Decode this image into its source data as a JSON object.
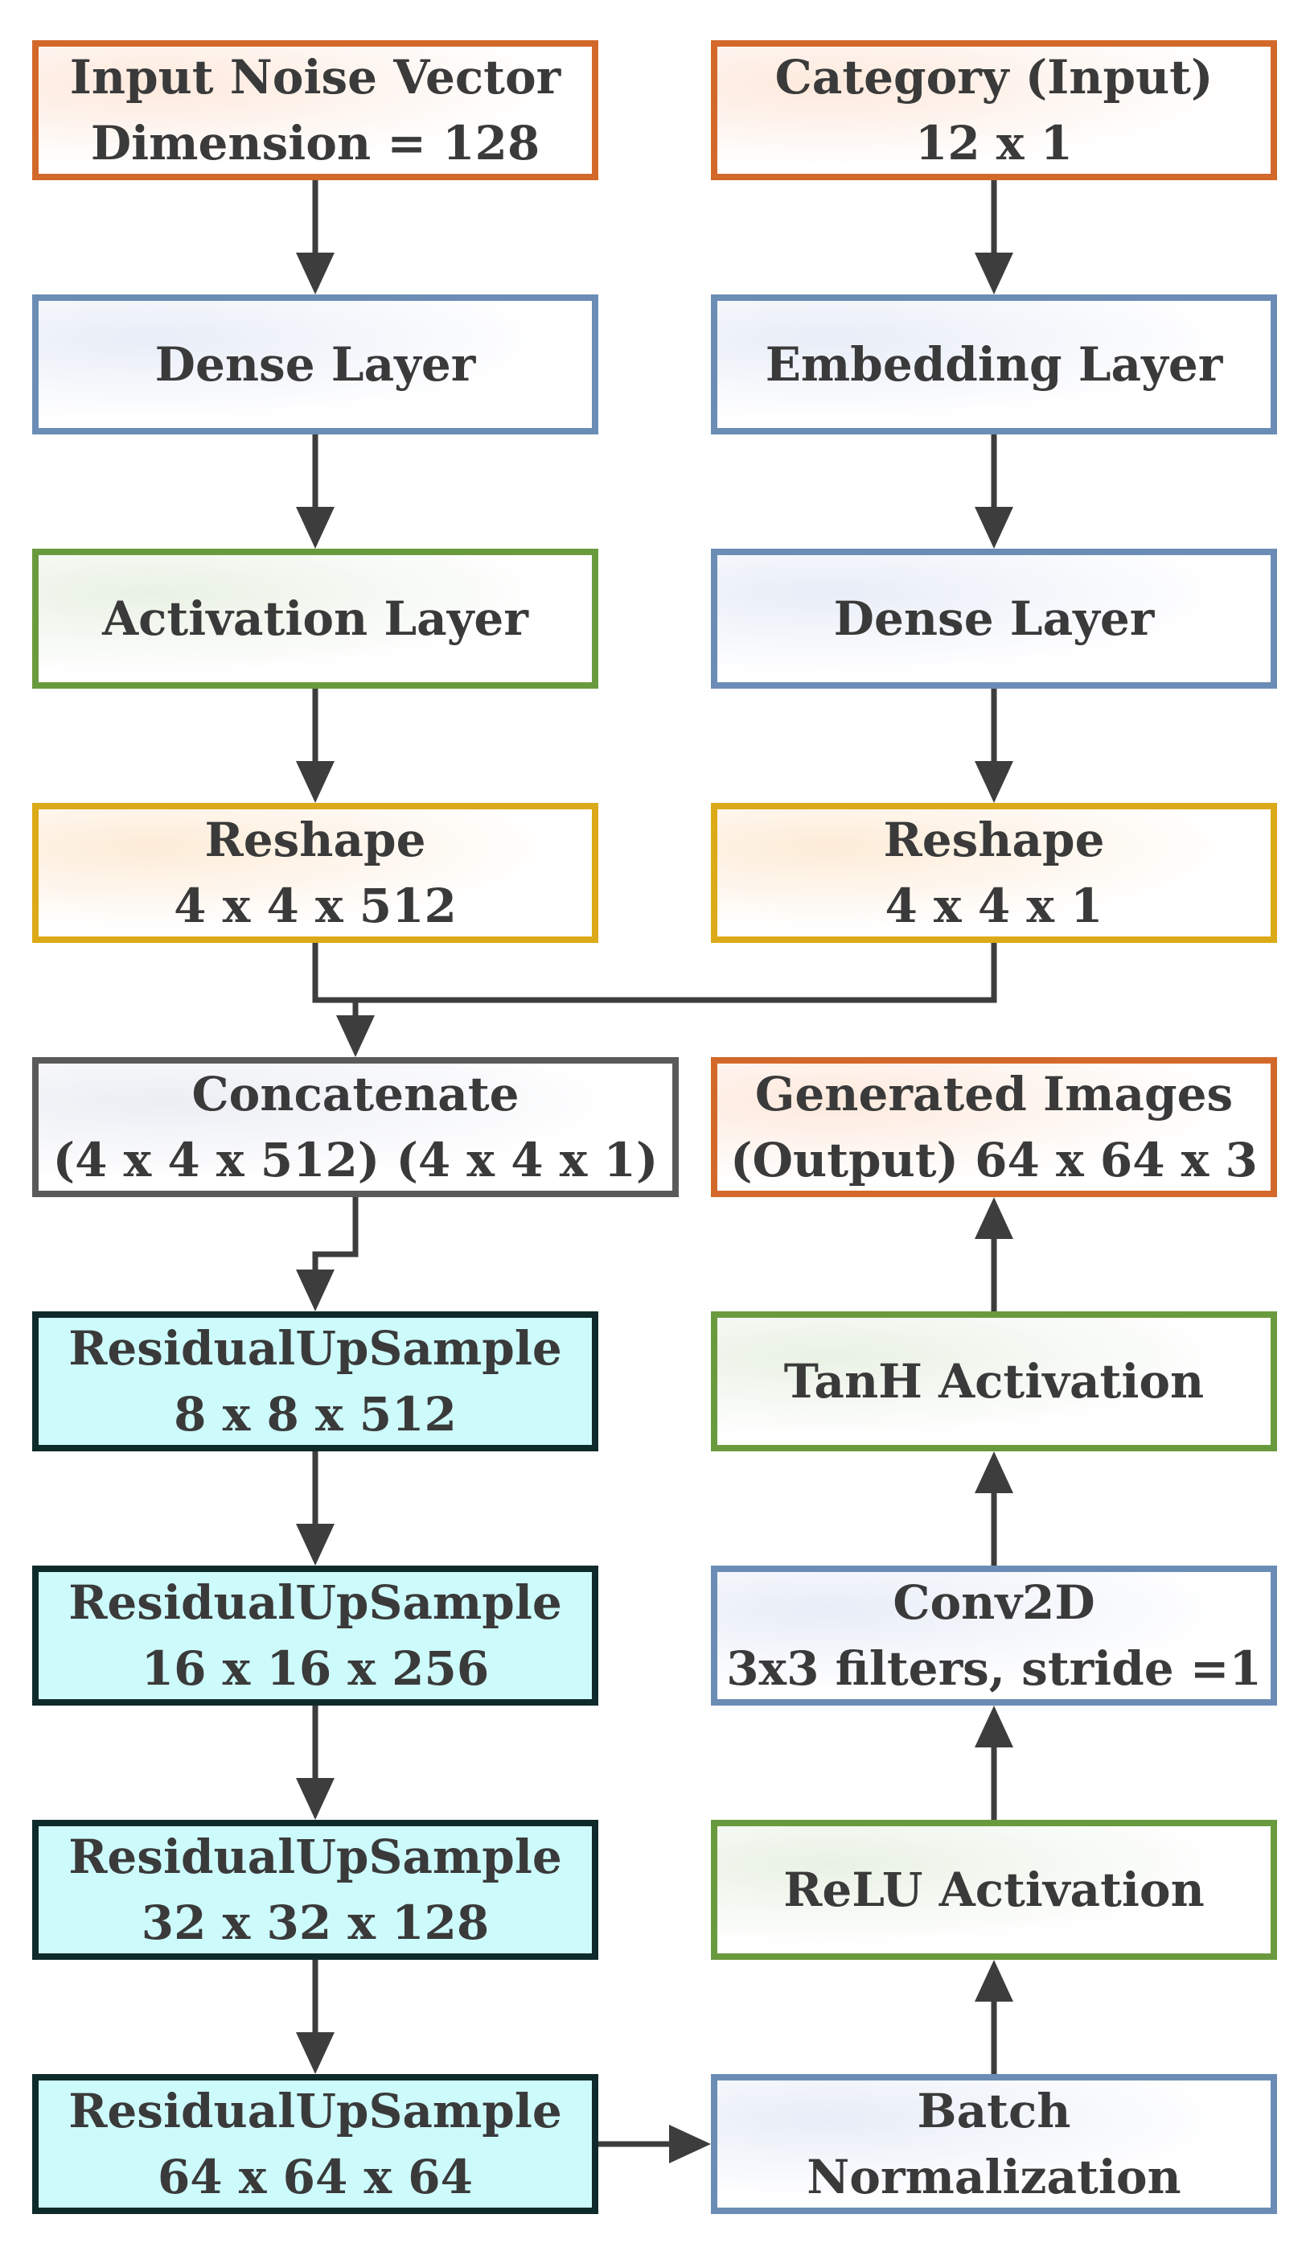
{
  "nodes": {
    "noise_input": [
      "Input Noise Vector",
      "Dimension = 128"
    ],
    "category_input": [
      "Category (Input)",
      "12 x 1"
    ],
    "dense_left": [
      "Dense Layer"
    ],
    "embedding": [
      "Embedding Layer"
    ],
    "activation": [
      "Activation Layer"
    ],
    "dense_right": [
      "Dense Layer"
    ],
    "reshape_left": [
      "Reshape",
      "4 x 4 x 512"
    ],
    "reshape_right": [
      "Reshape",
      "4 x 4 x 1"
    ],
    "concatenate": [
      "Concatenate",
      "(4 x 4 x 512) (4 x 4 x 1)"
    ],
    "generated_output": [
      "Generated Images",
      "(Output) 64 x 64 x 3"
    ],
    "res_up_1": [
      "ResidualUpSample",
      "8 x 8 x 512"
    ],
    "tanh": [
      "TanH Activation"
    ],
    "res_up_2": [
      "ResidualUpSample",
      "16 x 16 x 256"
    ],
    "conv2d": [
      "Conv2D",
      "3x3 filters, stride =1"
    ],
    "res_up_3": [
      "ResidualUpSample",
      "32 x 32 x 128"
    ],
    "relu": [
      "ReLU Activation"
    ],
    "res_up_4": [
      "ResidualUpSample",
      "64 x 64 x 64"
    ],
    "batch_norm": [
      "Batch",
      "Normalization"
    ]
  },
  "colors": {
    "orange": "#d2692a",
    "blue": "#6b8db5",
    "green": "#6a9a3e",
    "yellow": "#dcaa18",
    "gray": "#5a5a5a",
    "cyan_fill": "#cdfafb",
    "cyan_border": "#0f2a2a",
    "arrow": "#3d3d3d"
  }
}
